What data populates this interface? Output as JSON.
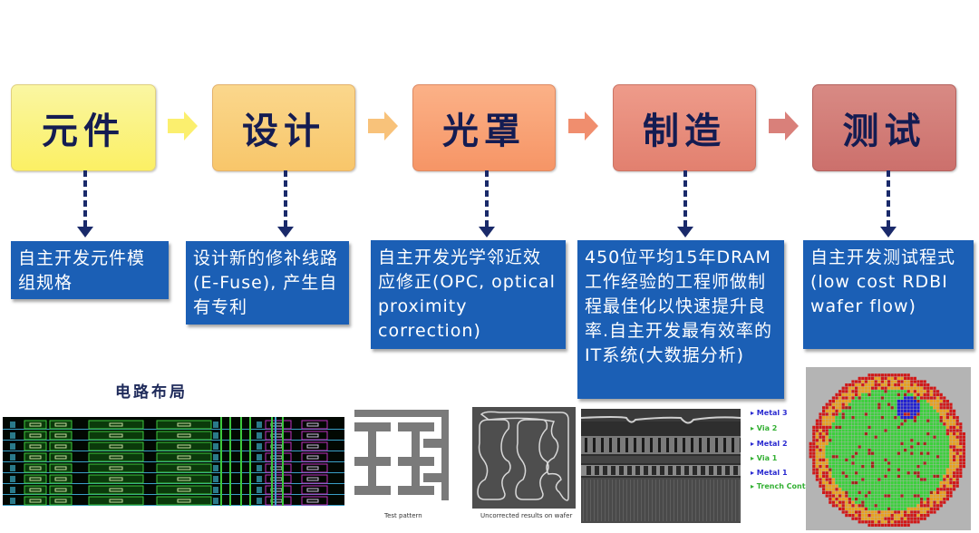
{
  "stages": [
    {
      "label": "元件",
      "description": "自主开发元件模组规格"
    },
    {
      "label": "设计",
      "description": "设计新的修补线路(E-Fuse), 产生自有专利"
    },
    {
      "label": "光罩",
      "description": "自主开发光学邻近效应修正(OPC, optical proximity correction)"
    },
    {
      "label": "制造",
      "description": "450位平均15年DRAM工作经验的工程师做制程最佳化以快速提升良率.自主开发最有效率的IT系统(大数据分析)"
    },
    {
      "label": "测试",
      "description": "自主开发测试程式 (low cost RDBI wafer flow)"
    }
  ],
  "images": {
    "layout_caption": "电路布局",
    "opc_test_caption": "Test pattern",
    "opc_wafer_caption": "Uncorrected results on wafer",
    "cross_section_labels": [
      {
        "text": "Metal 3",
        "color": "#2a2ad0"
      },
      {
        "text": "Via 2",
        "color": "#33b033"
      },
      {
        "text": "Metal 2",
        "color": "#2a2ad0"
      },
      {
        "text": "Via 1",
        "color": "#33b033"
      },
      {
        "text": "Metal 1",
        "color": "#2a2ad0"
      },
      {
        "text": "Trench Contact",
        "color": "#33b033"
      }
    ]
  },
  "colors": {
    "desc_bg": "#1b5fb5",
    "stage_text": "#141c52",
    "arrow_colors": [
      "#fbef6e",
      "#f8c27a",
      "#f08e6e",
      "#d9807a"
    ]
  }
}
